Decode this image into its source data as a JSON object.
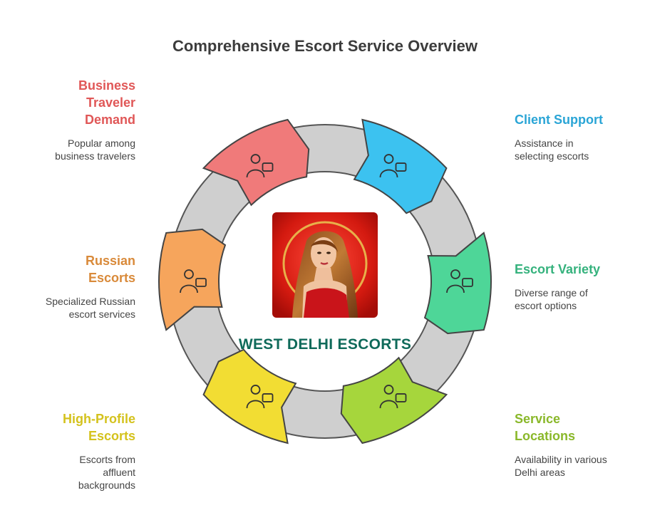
{
  "title": "Comprehensive Escort Service Overview",
  "center": {
    "text": "WEST DELHI ESCORTS",
    "image_icon": "woman-portrait"
  },
  "segments": [
    {
      "id": "business",
      "heading": "Business Traveler Demand",
      "heading_lines": [
        "Business",
        "Traveler",
        "Demand"
      ],
      "description_lines": [
        "Popular among",
        "business travelers"
      ],
      "color": "#e05757",
      "fill": "#f07a7a",
      "icon": "traveler-plane-icon"
    },
    {
      "id": "russian",
      "heading": "Russian Escorts",
      "heading_lines": [
        "Russian",
        "Escorts"
      ],
      "description_lines": [
        "Specialized Russian",
        "escort services"
      ],
      "color": "#d98a3a",
      "fill": "#f6a55c",
      "icon": "matryoshka-doll-icon"
    },
    {
      "id": "highprofile",
      "heading": "High-Profile Escorts",
      "heading_lines": [
        "High-Profile",
        "Escorts"
      ],
      "description_lines": [
        "Escorts from",
        "affluent",
        "backgrounds"
      ],
      "color": "#d4c21d",
      "fill": "#f2dd33",
      "icon": "hat-person-icon"
    },
    {
      "id": "client",
      "heading": "Client Support",
      "heading_lines": [
        "Client Support"
      ],
      "description_lines": [
        "Assistance in",
        "selecting escorts"
      ],
      "color": "#2aa5d6",
      "fill": "#3cc2f0",
      "icon": "support-chat-icon"
    },
    {
      "id": "variety",
      "heading": "Escort Variety",
      "heading_lines": [
        "Escort Variety"
      ],
      "description_lines": [
        "Diverse range of",
        "escort options"
      ],
      "color": "#35b27d",
      "fill": "#4ed698",
      "icon": "people-hearts-icon"
    },
    {
      "id": "locations",
      "heading": "Service Locations",
      "heading_lines": [
        "Service",
        "Locations"
      ],
      "description_lines": [
        "Availability in various",
        "Delhi areas"
      ],
      "color": "#8ab82a",
      "fill": "#a6d63c",
      "icon": "map-pin-icon"
    }
  ]
}
